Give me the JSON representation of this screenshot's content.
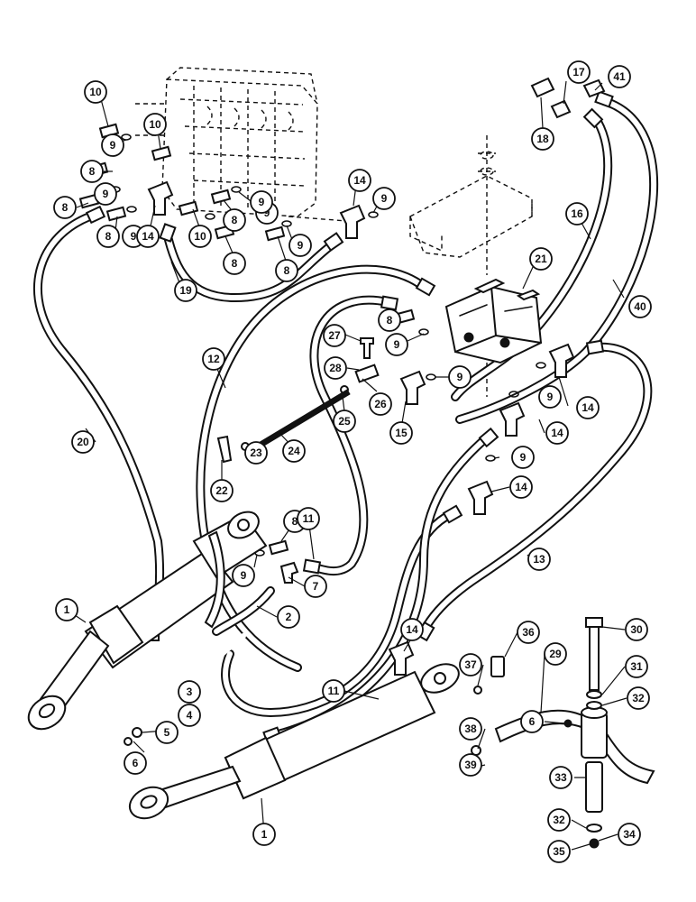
{
  "callouts": [
    {
      "n": "10"
    },
    {
      "n": "10"
    },
    {
      "n": "9"
    },
    {
      "n": "8"
    },
    {
      "n": "9"
    },
    {
      "n": "8"
    },
    {
      "n": "9"
    },
    {
      "n": "8"
    },
    {
      "n": "14"
    },
    {
      "n": "10"
    },
    {
      "n": "8"
    },
    {
      "n": "9"
    },
    {
      "n": "8"
    },
    {
      "n": "9"
    },
    {
      "n": "8"
    },
    {
      "n": "9"
    },
    {
      "n": "14"
    },
    {
      "n": "9"
    },
    {
      "n": "19"
    },
    {
      "n": "17"
    },
    {
      "n": "41"
    },
    {
      "n": "18"
    },
    {
      "n": "16"
    },
    {
      "n": "21"
    },
    {
      "n": "40"
    },
    {
      "n": "8"
    },
    {
      "n": "9"
    },
    {
      "n": "27"
    },
    {
      "n": "28"
    },
    {
      "n": "12"
    },
    {
      "n": "9"
    },
    {
      "n": "26"
    },
    {
      "n": "25"
    },
    {
      "n": "9"
    },
    {
      "n": "14"
    },
    {
      "n": "15"
    },
    {
      "n": "14"
    },
    {
      "n": "24"
    },
    {
      "n": "23"
    },
    {
      "n": "22"
    },
    {
      "n": "20"
    },
    {
      "n": "9"
    },
    {
      "n": "14"
    },
    {
      "n": "8"
    },
    {
      "n": "11"
    },
    {
      "n": "9"
    },
    {
      "n": "7"
    },
    {
      "n": "13"
    },
    {
      "n": "1"
    },
    {
      "n": "2"
    },
    {
      "n": "30"
    },
    {
      "n": "31"
    },
    {
      "n": "32"
    },
    {
      "n": "36"
    },
    {
      "n": "29"
    },
    {
      "n": "14"
    },
    {
      "n": "37"
    },
    {
      "n": "11"
    },
    {
      "n": "3"
    },
    {
      "n": "4"
    },
    {
      "n": "5"
    },
    {
      "n": "6"
    },
    {
      "n": "6"
    },
    {
      "n": "38"
    },
    {
      "n": "39"
    },
    {
      "n": "33"
    },
    {
      "n": "32"
    },
    {
      "n": "34"
    },
    {
      "n": "35"
    },
    {
      "n": "1"
    }
  ]
}
